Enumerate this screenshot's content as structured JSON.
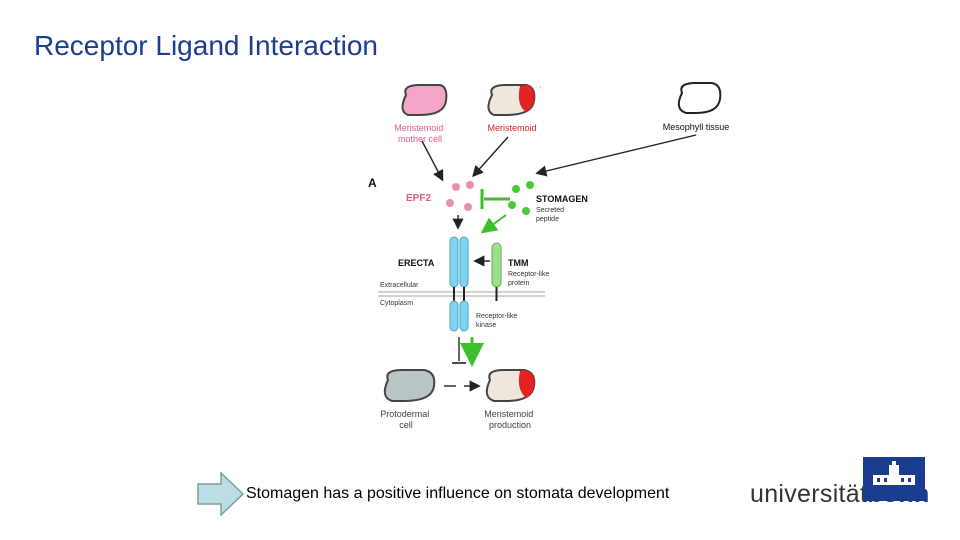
{
  "slide": {
    "title": "Receptor Ligand Interaction",
    "caption": "Stomagen has a positive influence on stomata development"
  },
  "figure": {
    "panel_letter": "A",
    "cells": {
      "meristemoid_mother": "Meristemoid\nmother cell",
      "meristemoid_top": "Meristemoid",
      "mesophyll": "Mesophyll tissue",
      "protodermal": "Protodermal\ncell",
      "meristemoid_production": "Meristemoid\nproduction"
    },
    "peptides": {
      "epf2": "EPF2",
      "stomagen": "STOMAGEN",
      "stomagen_sub": "Secreted\npeptide"
    },
    "receptors": {
      "erecta": "ERECTA",
      "tmm": "TMM",
      "tmm_sub": "Receptor-like\nprotein",
      "kinase": "Receptor-like\nkinase"
    },
    "membrane": {
      "extracellular": "Extracellular",
      "cytoplasm": "Cytoplasm"
    },
    "colors": {
      "pink_cell": "#f3a6c8",
      "meristemoid_red": "#e32222",
      "beige_cell": "#efe6dd",
      "grey_cell": "#b9c4c6",
      "epf2_dot": "#ea8fb3",
      "stomagen_dot": "#4ac93a",
      "receptor_blue": "#7fd3ee",
      "tmm_green": "#9be08b",
      "green_arrow": "#3dbf2b"
    }
  },
  "logo": {
    "text_prefix": "universität",
    "text_suffix": "bonn",
    "emblem": "building-emblem-icon"
  },
  "icons": {
    "caption_arrow": "right-arrow-icon"
  }
}
